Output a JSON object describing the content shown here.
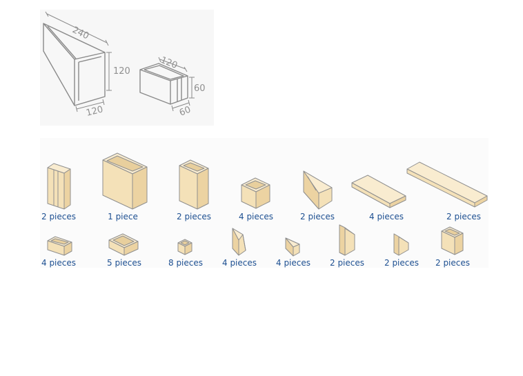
{
  "dimensions": {
    "long_block": {
      "length": "240",
      "width": "120",
      "height": "120"
    },
    "small_block": {
      "length": "120",
      "height": "60",
      "width": "60"
    }
  },
  "pieces": [
    {
      "id": "p1",
      "label": "2 pieces"
    },
    {
      "id": "p2",
      "label": "1 piece"
    },
    {
      "id": "p3",
      "label": "2 pieces"
    },
    {
      "id": "p4",
      "label": "4 pieces"
    },
    {
      "id": "p5",
      "label": "2 pieces"
    },
    {
      "id": "p6",
      "label": "4 pieces"
    },
    {
      "id": "p7",
      "label": "2 pieces"
    },
    {
      "id": "p8",
      "label": "4 pieces"
    },
    {
      "id": "p9",
      "label": "5 pieces"
    },
    {
      "id": "p10",
      "label": "8 pieces"
    },
    {
      "id": "p11",
      "label": "4 pieces"
    },
    {
      "id": "p12",
      "label": "4 pieces"
    },
    {
      "id": "p13",
      "label": "2 pieces"
    },
    {
      "id": "p14",
      "label": "2 pieces"
    },
    {
      "id": "p15",
      "label": "2 pieces"
    }
  ],
  "colors": {
    "line_art": "#8a8a8a",
    "wood_fill": "#f4e1b8",
    "wood_edge": "#8f8f8f",
    "label_text": "#1d4f91"
  }
}
